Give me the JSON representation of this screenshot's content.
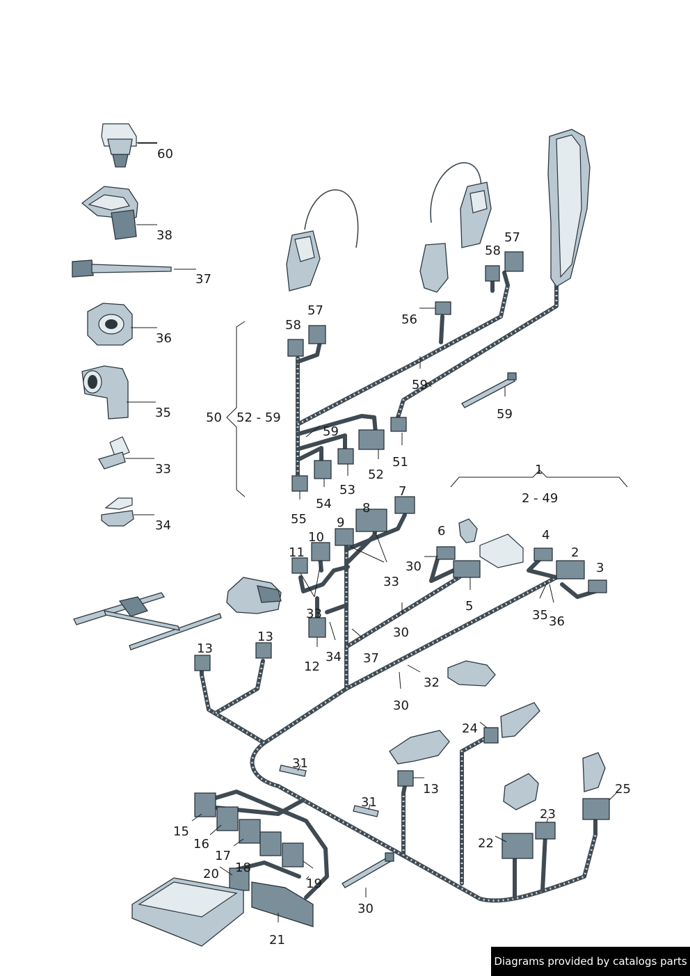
{
  "labels": {
    "l60": "60",
    "l38": "38",
    "l37a": "37",
    "l36a": "36",
    "l35a": "35",
    "l33a": "33",
    "l34a": "34",
    "l50": "50",
    "l52_59": "52 - 59",
    "l58a": "58",
    "l57a": "57",
    "l56": "56",
    "l58b": "58",
    "l57b": "57",
    "l59a": "59",
    "l59b": "59",
    "l59c": "59",
    "l51": "51",
    "l52": "52",
    "l53": "53",
    "l54": "54",
    "l55": "55",
    "l1": "1",
    "l2_49": "2 - 49",
    "l7": "7",
    "l8": "8",
    "l9": "9",
    "l10": "10",
    "l11": "11",
    "l6": "6",
    "l4": "4",
    "l2": "2",
    "l3": "3",
    "l30a": "30",
    "l33b": "33",
    "l33c": "33",
    "l5": "5",
    "l35b": "35",
    "l36b": "36",
    "l30b": "30",
    "l12": "12",
    "l34b": "34",
    "l37b": "37",
    "l13a": "13",
    "l13b": "13",
    "l32": "32",
    "l30c": "30",
    "l24": "24",
    "l31a": "31",
    "l13c": "13",
    "l25": "25",
    "l31b": "31",
    "l23": "23",
    "l15": "15",
    "l16": "16",
    "l22": "22",
    "l17": "17",
    "l20": "20",
    "l18": "18",
    "l19": "19",
    "l30d": "30",
    "l21": "21"
  },
  "footer": {
    "credit": "Diagrams provided by catalogs parts"
  }
}
